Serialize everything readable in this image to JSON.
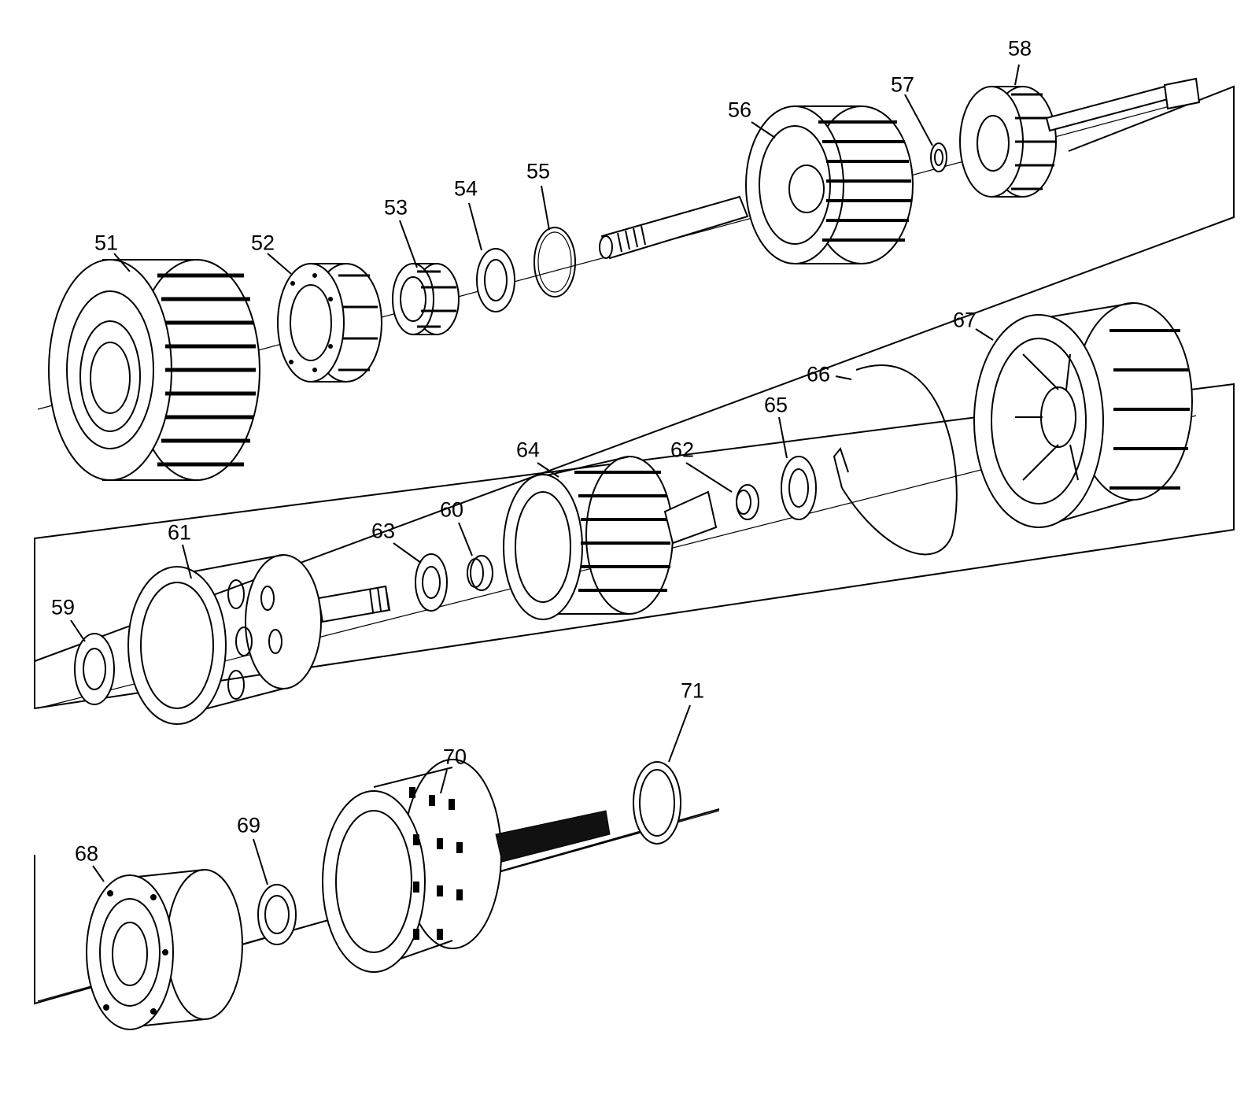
{
  "callouts": [
    {
      "label": "51"
    },
    {
      "label": "52"
    },
    {
      "label": "53"
    },
    {
      "label": "54"
    },
    {
      "label": "55"
    },
    {
      "label": "56"
    },
    {
      "label": "57"
    },
    {
      "label": "58"
    },
    {
      "label": "59"
    },
    {
      "label": "60"
    },
    {
      "label": "61"
    },
    {
      "label": "62"
    },
    {
      "label": "63"
    },
    {
      "label": "64"
    },
    {
      "label": "65"
    },
    {
      "label": "66"
    },
    {
      "label": "67"
    },
    {
      "label": "68"
    },
    {
      "label": "69"
    },
    {
      "label": "70"
    },
    {
      "label": "71"
    }
  ]
}
